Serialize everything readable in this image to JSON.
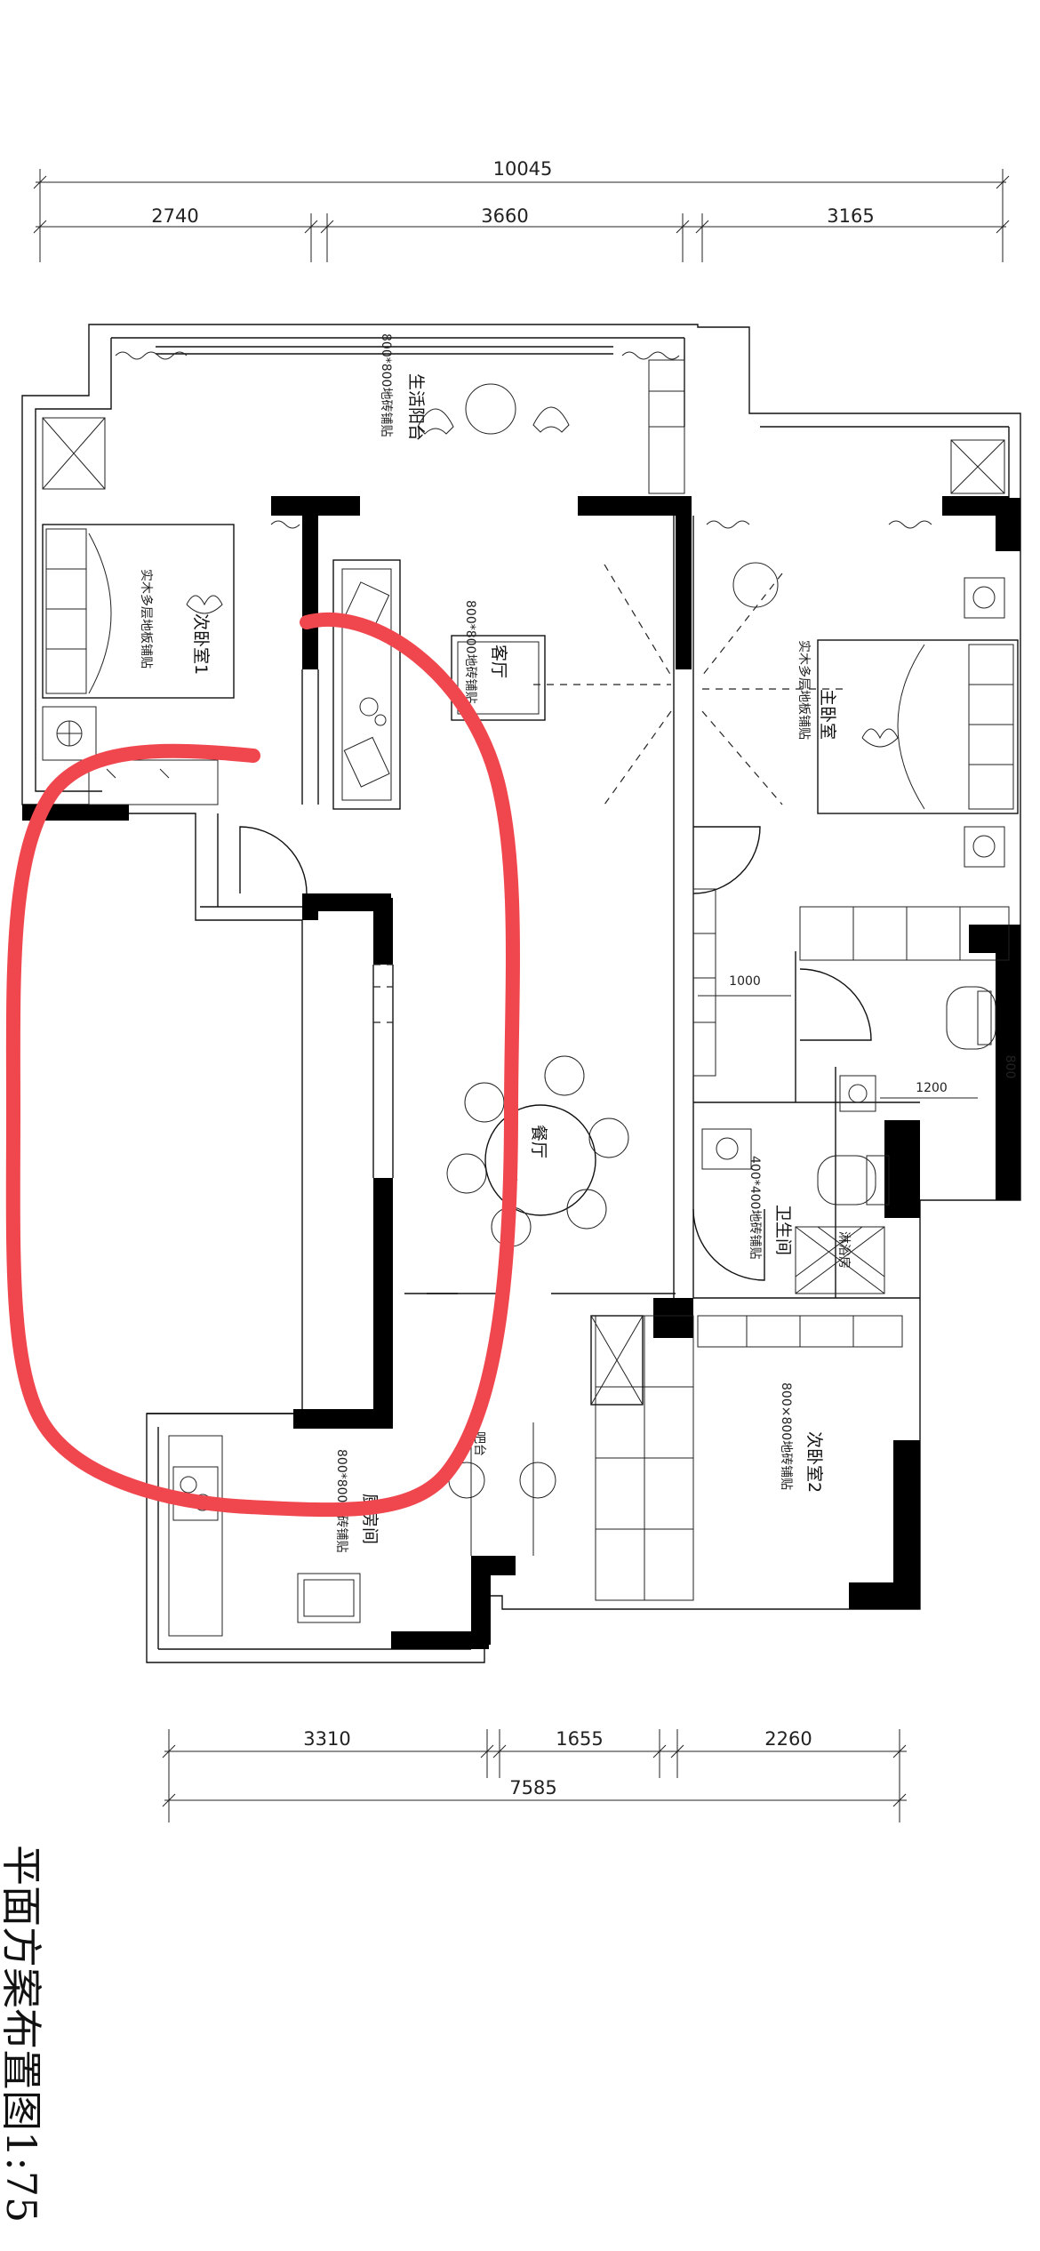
{
  "dimensions": {
    "top_total": "10045",
    "top_segments": [
      "2740",
      "3660",
      "3165"
    ],
    "bottom_total": "7585",
    "bottom_segments": [
      "3310",
      "1655",
      "2260"
    ],
    "inner": [
      "1000",
      "1200",
      "800"
    ]
  },
  "rooms": {
    "balcony": "生活阳台",
    "balcony_floor": "800*800地砖铺贴",
    "bedroom_secondary_1": "次卧室1",
    "bedroom_secondary_1_floor": "实木多层地板铺贴",
    "living": "客厅",
    "living_floor": "800*800地砖铺贴",
    "master": "主卧室",
    "master_floor": "实木多层地板铺贴",
    "dining": "餐厅",
    "dining_floor": "800*800地砖铺贴",
    "bathroom": "卫生间",
    "bathroom_floor": "400*400地砖铺贴",
    "bedroom_secondary_2": "次卧室2",
    "bedroom_secondary_2_floor": "800×800地砖铺贴",
    "kitchen": "厨房间",
    "kitchen_floor": "800*800地砖铺贴",
    "bar": "吧台",
    "shower": "淋浴房"
  },
  "title": "平面方案布置图1:75",
  "colors": {
    "annotation": "#f0474f",
    "walls": "#000000"
  }
}
